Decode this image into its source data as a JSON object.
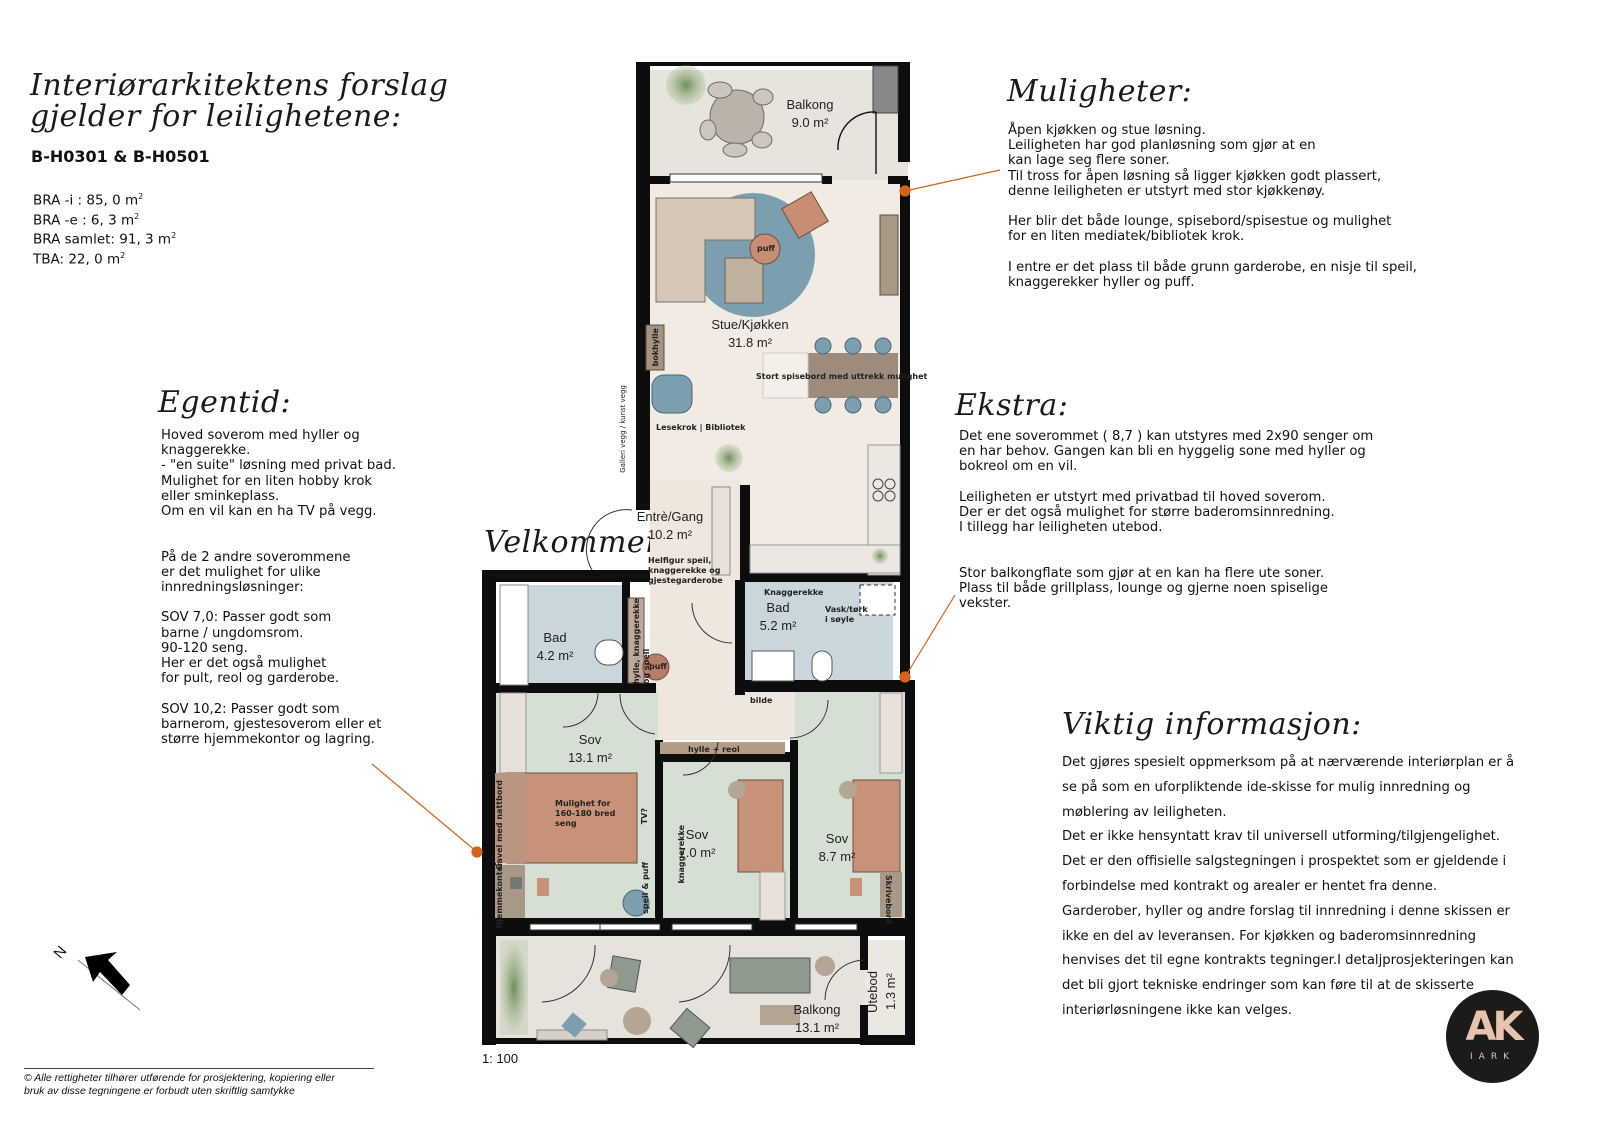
{
  "header": {
    "title_line1": "Interiørarkitektens forslag",
    "title_line2": "gjelder for leilighetene:",
    "apartment_ids": "B-H0301 & B-H0501",
    "areas": [
      {
        "label": "BRA -i : 85, 0  m",
        "sup": "2"
      },
      {
        "label": "BRA -e : 6, 3  m",
        "sup": "2"
      },
      {
        "label": "BRA samlet: 91, 3  m",
        "sup": "2"
      },
      {
        "label": "TBA: 22, 0  m",
        "sup": "2"
      }
    ]
  },
  "sections": {
    "muligheter": {
      "heading": "Muligheter:",
      "text": "Åpen kjøkken og stue løsning.\nLeiligheten har god planløsning som gjør at en\nkan lage seg flere soner.\nTil tross for åpen løsning så ligger kjøkken godt plassert,\ndenne leiligheten er utstyrt med stor kjøkkenøy.\n\nHer blir det både lounge, spisebord/spisestue og mulighet\nfor en liten mediatek/bibliotek krok.\n\nI entre er det plass til både grunn garderobe, en nisje til speil,\nknaggerekker hyller og puff."
    },
    "egentid": {
      "heading": "Egentid:",
      "text": "Hoved soverom med hyller og\nknaggerekke.\n- \"en suite\" løsning med privat bad.\nMulighet for en liten hobby krok\neller sminkeplass.\nOm en vil kan en ha TV på vegg.\n\n\nPå de 2 andre soverommene\ner det mulighet for ulike\ninnredningsløsninger:\n\nSOV 7,0: Passer godt som\nbarne / ungdomsrom.\n90-120 seng.\nHer er det også mulighet\nfor pult, reol og garderobe.\n\nSOV 10,2: Passer godt som\nbarnerom, gjestesoverom eller et\nstørre hjemmekontor og lagring."
    },
    "ekstra": {
      "heading": "Ekstra:",
      "text": "Det ene soverommet ( 8,7 ) kan utstyres med 2x90 senger om\nen har behov. Gangen kan bli en hyggelig sone med hyller og\nbokreol om en vil.\n\nLeiligheten er utstyrt med privatbad til hoved soverom.\nDer er det også mulighet for større baderomsinnredning.\nI tillegg har leiligheten utebod.\n\n\nStor balkongflate som gjør at en kan ha flere ute soner.\nPlass til både grillplass, lounge og gjerne noen spiselige\nvekster."
    },
    "viktig": {
      "heading": "Viktig informasjon:",
      "lines": [
        "Det gjøres spesielt oppmerksom på at nærværende interiørplan er å",
        "se på som en uforpliktende ide-skisse for mulig innredning og",
        "møblering av leiligheten.",
        "Det er ikke hensyntatt krav til universell utforming/tilgjengelighet.",
        "Det er den offisielle salgstegningen i prospektet som er gjeldende i",
        "forbindelse med kontrakt og arealer er hentet fra denne.",
        "Garderober, hyller og andre forslag til innredning i denne skissen er",
        "ikke en del av leveransen. For kjøkken og baderomsinnredning",
        "henvises det til egne kontrakts tegninger.I detaljprosjekteringen kan",
        "det bli gjort tekniske endringer som kan føre til at de skisserte",
        "interiørløsningene ikke kan velges."
      ]
    },
    "velkommen": "Velkommen"
  },
  "plan": {
    "rooms": {
      "balkong_top": {
        "name": "Balkong",
        "area": "9.0 m²"
      },
      "stue": {
        "name": "Stue/Kjøkken",
        "area": "31.8 m²"
      },
      "entre": {
        "name": "Entrè/Gang",
        "area": "10.2 m²"
      },
      "bad_left": {
        "name": "Bad",
        "area": "4.2 m²"
      },
      "bad_right": {
        "name": "Bad",
        "area": "5.2 m²"
      },
      "sov_main": {
        "name": "Sov",
        "area": "13.1 m²"
      },
      "sov_mid": {
        "name": "Sov",
        "area": "7.0 m²"
      },
      "sov_right": {
        "name": "Sov",
        "area": "8.7 m²"
      },
      "balkong_bottom": {
        "name": "Balkong",
        "area": "13.1 m²"
      },
      "utebod": {
        "name": "Utebod",
        "area": "1.3 m²"
      }
    },
    "annotations": {
      "puff_living": "puff",
      "bokhylle": "bokhylle",
      "spisebord": "Stort spisebord med uttrekk mulighet",
      "lesekrok": "Lesekrok | Bibliotek",
      "galleri": "Galleri vegg / kunst vegg",
      "helfigur": "Helfigur speil,\nknaggerekke og\ngjestegarderobe",
      "hylle_knagg": "hylle, knaggerekke\nog speil",
      "puff_entre": "puff",
      "knaggerekke_bad": "Knaggerekke",
      "vask": "Vask/tørk\ni søyle",
      "bilde": "bilde",
      "hylle_reol": "hylle + reol",
      "seng_main": "Mulighet for\n160-180 bred\nseng",
      "tv": "TV?",
      "gavel": "Gavel med nattbord",
      "hjemmekontor": "Hjemmekontor",
      "speil_puff": "speil & puff",
      "knaggerekke_sov": "knaggerekke",
      "skrivebord": "Skrivebord"
    },
    "scale": "1: 100",
    "north_label": "N"
  },
  "footer": {
    "copyright": "© Alle rettigheter tilhører utførende for prosjektering, kopiering eller\nbruk av disse tegningene er forbudt uten skriftlig samtykke"
  },
  "logo": {
    "mark": "AK",
    "sub": "IARK"
  },
  "colors": {
    "wall": "#0d0d0d",
    "floor_living": "#f1ebe3",
    "floor_bedroom": "#d8e0d5",
    "floor_bath": "#c9d6dc",
    "balcony": "#e6e2dc",
    "rug_blue": "#7c9fb0",
    "leader_orange": "#d4621b",
    "accent_terracotta": "#c79278"
  }
}
